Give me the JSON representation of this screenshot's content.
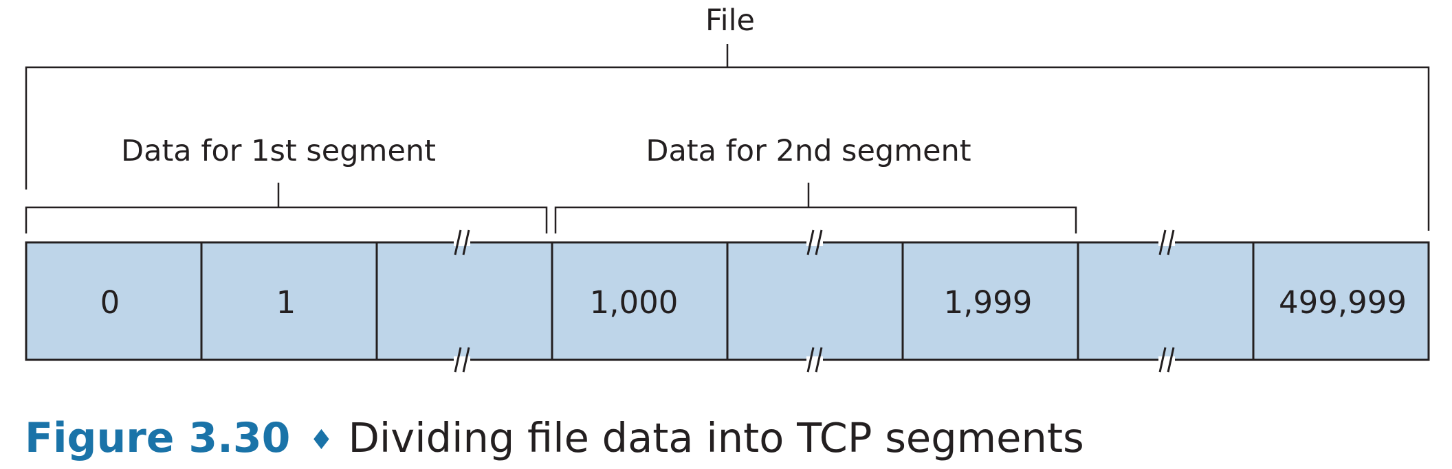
{
  "diagram": {
    "file_label": "File",
    "segment1_label": "Data for 1st segment",
    "segment2_label": "Data for 2nd segment",
    "cells": [
      "0",
      "1",
      "",
      "1,000",
      "",
      "1,999",
      "",
      "499,999"
    ],
    "cell_fill": "#bed5e9",
    "break_mark": "//"
  },
  "caption": {
    "figure_number": "Figure 3.30",
    "separator": "♦",
    "text": "Dividing file data into TCP segments",
    "accent_color": "#1a73a8"
  }
}
